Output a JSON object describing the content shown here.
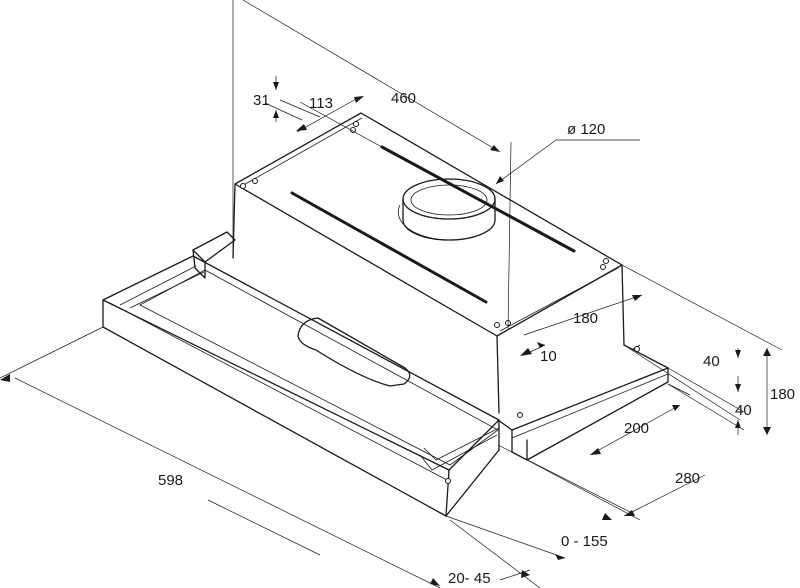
{
  "dimensions": {
    "d460": "460",
    "d113": "113",
    "d31": "31",
    "d120": "ø 120",
    "d180_top": "180",
    "d10": "10",
    "d40_a": "40",
    "d40_b": "40",
    "d180_right": "180",
    "d200": "200",
    "d280": "280",
    "d598": "598",
    "d0_155": "0 - 155",
    "d20_45": "20- 45"
  },
  "colors": {
    "line": "#1a1a1a",
    "background": "#ffffff"
  }
}
